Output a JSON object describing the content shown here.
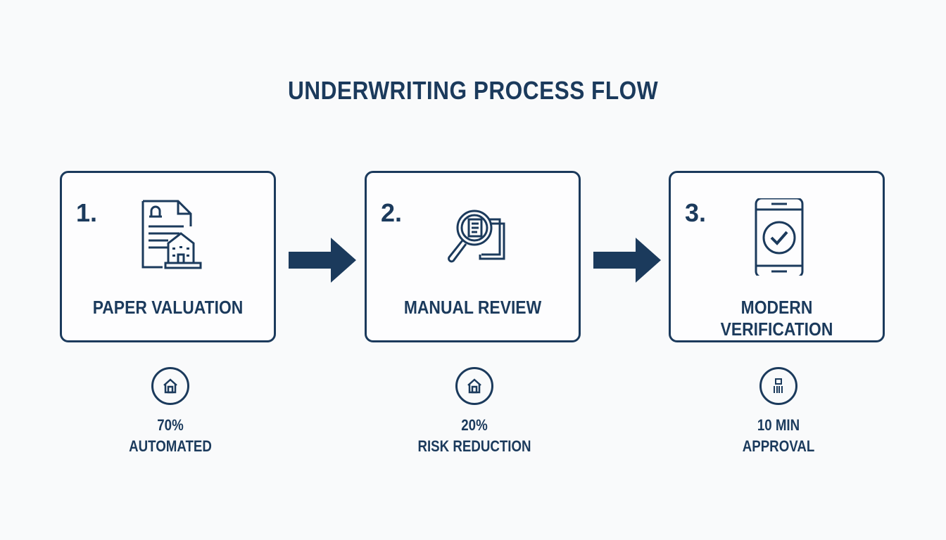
{
  "title": "UNDERWRITING PROCESS FLOW",
  "steps": [
    {
      "number": "1.",
      "label": "PAPER VALUATION",
      "icon": "document-building-icon"
    },
    {
      "number": "2.",
      "label": "MANUAL REVIEW",
      "icon": "magnifier-documents-icon"
    },
    {
      "number": "3.",
      "label": "MODERN VERIFICATION",
      "icon": "phone-check-icon"
    }
  ],
  "stats": [
    {
      "value": "70%",
      "label": "AUTOMATED",
      "icon": "house-icon"
    },
    {
      "value": "20%",
      "label": "RISK REDUCTION",
      "icon": "house-icon"
    },
    {
      "value": "10 MIN",
      "label": "APPROVAL",
      "icon": "barcode-icon"
    }
  ],
  "colors": {
    "primary": "#1b3a5c",
    "background": "#f9fafb"
  }
}
